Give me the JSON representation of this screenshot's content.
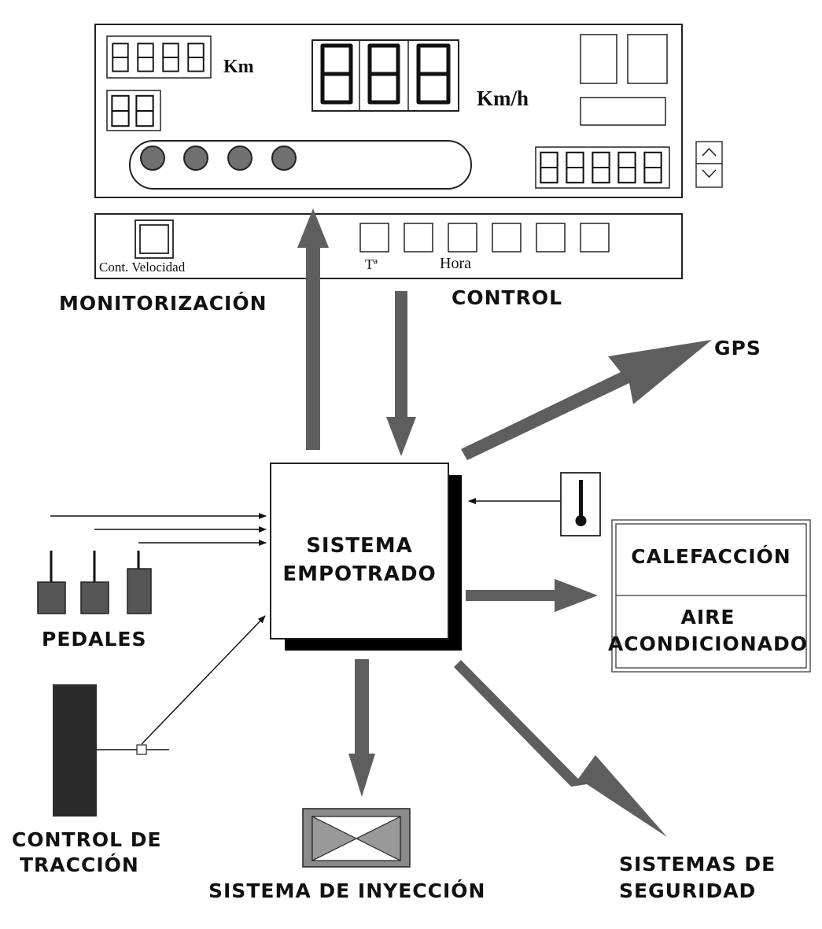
{
  "dashboard": {
    "odometer_unit": "Km",
    "speed_unit": "Km/h",
    "cruise_control_label": "Cont. Velocidad",
    "temp_label": "Tª",
    "time_label": "Hora"
  },
  "arrows": {
    "monitoring": "MONITORIZACIÓN",
    "control": "CONTROL"
  },
  "core": {
    "line1": "SISTEMA",
    "line2": "EMPOTRADO"
  },
  "peripherals": {
    "gps": "GPS",
    "pedals": "PEDALES",
    "traction_line1": "CONTROL DE",
    "traction_line2": "TRACCIÓN",
    "injection": "SISTEMA DE INYECCIÓN",
    "security_line1": "SISTEMAS DE",
    "security_line2": "SEGURIDAD",
    "heating": "CALEFACCIÓN",
    "ac_line1": "AIRE",
    "ac_line2": "ACONDICIONADO"
  },
  "icons": {
    "up": "chevron-up-icon",
    "down": "chevron-down-icon",
    "thermometer": "thermometer-icon"
  },
  "colors": {
    "arrow_gray": "#5e5e5e",
    "pedal_gray": "#555555",
    "traction_block": "#2b2b2b",
    "indicator_gray": "#707070",
    "injection_gray": "#8a8a8a"
  }
}
